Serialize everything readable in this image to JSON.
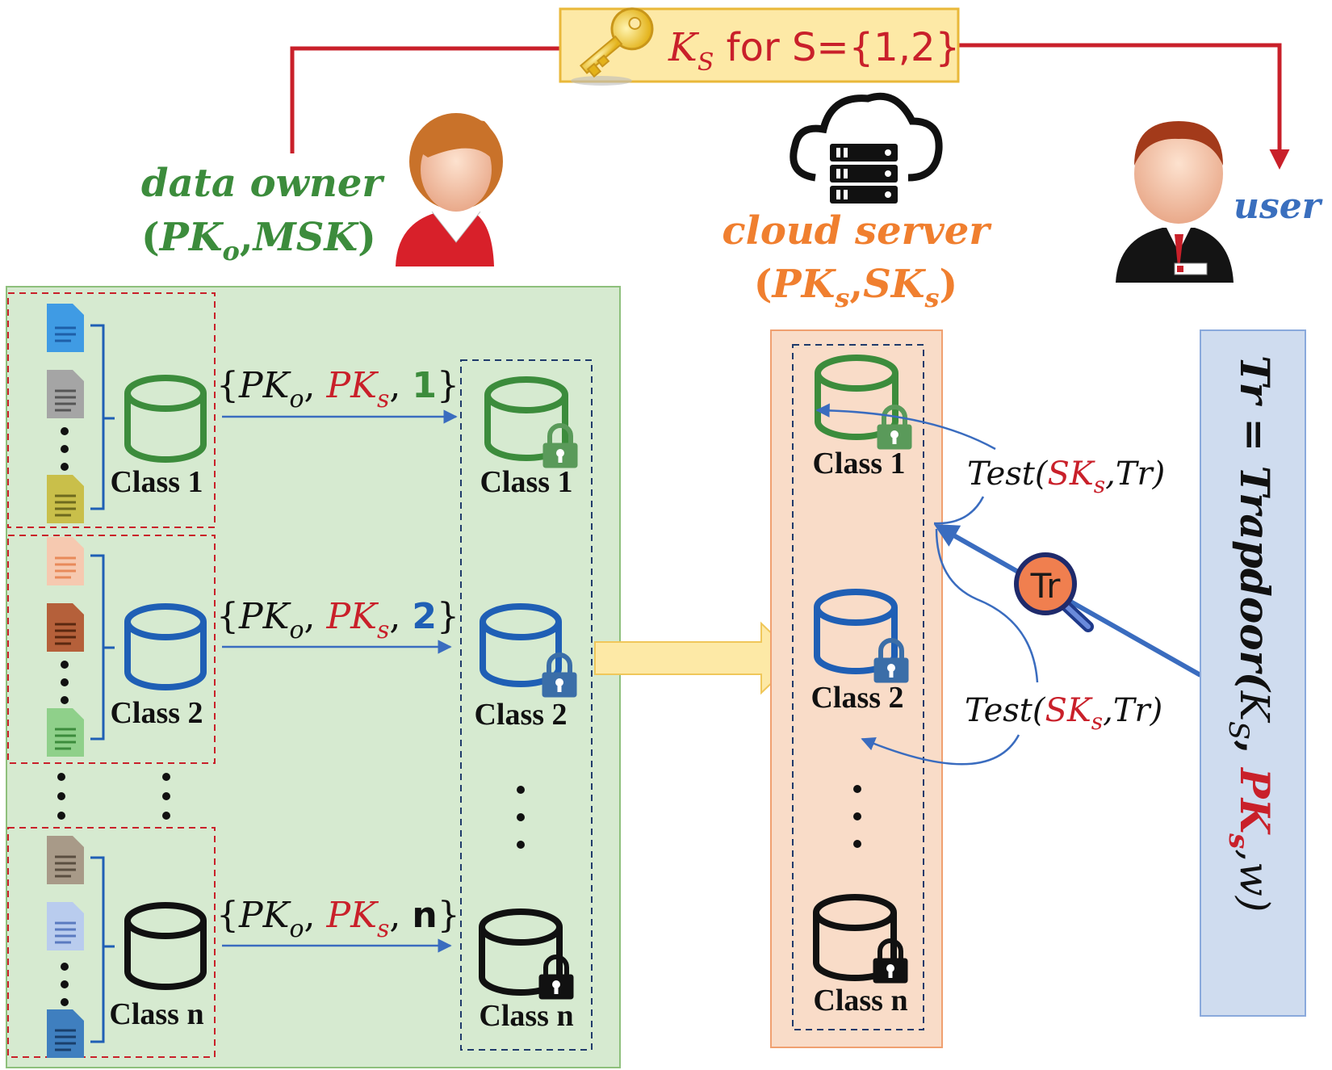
{
  "colors": {
    "red": "#c9202a",
    "green": "#3c8c3c",
    "blue": "#1f5fb5",
    "black": "#111111",
    "orange": "#f07f2f",
    "user_blue": "#3a6fbe",
    "arrow_blue": "#3a6cbf",
    "green_panel": "#d6ead0",
    "orange_panel": "#f9dcc8",
    "blue_panel": "#cfdcef",
    "key_box": "#fde9a6"
  },
  "key": {
    "k": "K",
    "k_sub": "S",
    "rest": " for S={1,2}"
  },
  "owner": {
    "name": "data owner",
    "keys_open": "(",
    "pk": "PK",
    "pk_sub": "o",
    "sep": ",",
    "msk": "MSK",
    "keys_close": ")"
  },
  "server": {
    "name": "cloud server",
    "keys_open": "(",
    "pk": "PK",
    "pk_sub": "s",
    "sep": ",",
    "sk": "SK",
    "sk_sub": "s",
    "keys_close": ")"
  },
  "user": {
    "name": "user"
  },
  "classes": {
    "c1": "Class 1",
    "c2": "Class 2",
    "cn": "Class n"
  },
  "enc_labels": [
    {
      "open": "{",
      "pko": "PK",
      "pko_sub": "o",
      "comma1": ", ",
      "pks": "PK",
      "pks_sub": "s",
      "comma2": ", ",
      "idx": "1",
      "close": "}"
    },
    {
      "open": "{",
      "pko": "PK",
      "pko_sub": "o",
      "comma1": ", ",
      "pks": "PK",
      "pks_sub": "s",
      "comma2": ", ",
      "idx": "2",
      "close": "}"
    },
    {
      "open": "{",
      "pko": "PK",
      "pko_sub": "o",
      "comma1": ", ",
      "pks": "PK",
      "pks_sub": "s",
      "comma2": ", ",
      "idx": "n",
      "close": "}"
    }
  ],
  "test_label": {
    "fn": "Test(",
    "sk": "SK",
    "sk_sub": "s",
    "rest": ",Tr)"
  },
  "trapdoor_badge": "Tr",
  "trapdoor": {
    "lhs": "Tr = Trapdoor(",
    "k": "K",
    "k_sub": "S",
    "comma1": ", ",
    "pk": "PK",
    "pk_sub": "s",
    "rest": ",w)"
  }
}
